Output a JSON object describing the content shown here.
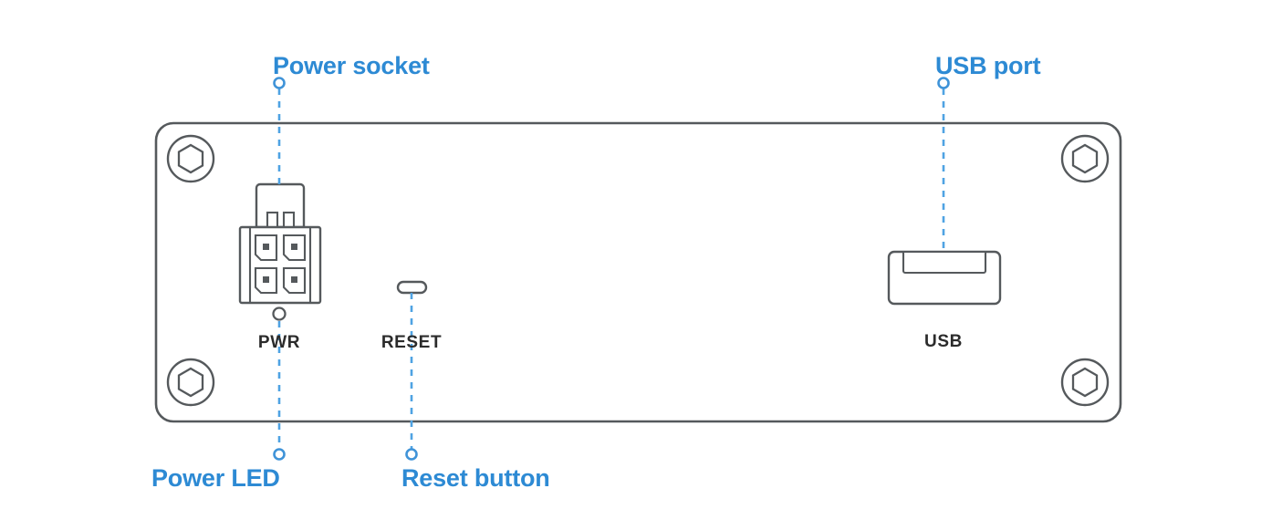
{
  "diagram": {
    "title": "Device rear panel port diagram",
    "colors": {
      "callout_blue": "#2d8ad4",
      "leader_blue": "#4fa3e3",
      "outline_gray": "#55595c",
      "silk_text": "#2b2b2b",
      "background": "#ffffff"
    },
    "callouts": [
      {
        "id": "power-socket",
        "label": "Power socket",
        "position": "top-left"
      },
      {
        "id": "usb-port",
        "label": "USB port",
        "position": "top-right"
      },
      {
        "id": "power-led",
        "label": "Power LED",
        "position": "bottom-left"
      },
      {
        "id": "reset-button",
        "label": "Reset button",
        "position": "bottom-center"
      }
    ],
    "silkscreen_labels": [
      {
        "id": "pwr",
        "text": "PWR"
      },
      {
        "id": "reset",
        "text": "RESET"
      },
      {
        "id": "usb",
        "text": "USB"
      }
    ],
    "components": [
      {
        "id": "power-connector",
        "name": "4-pin power connector",
        "pins": 4
      },
      {
        "id": "power-led-indicator",
        "name": "Power LED indicator"
      },
      {
        "id": "reset-switch",
        "name": "Recessed reset button"
      },
      {
        "id": "usb-receptacle",
        "name": "USB type-A receptacle"
      },
      {
        "id": "screw-top-left",
        "name": "Hex socket screw"
      },
      {
        "id": "screw-top-right",
        "name": "Hex socket screw"
      },
      {
        "id": "screw-bottom-left",
        "name": "Hex socket screw"
      },
      {
        "id": "screw-bottom-right",
        "name": "Hex socket screw"
      }
    ]
  }
}
